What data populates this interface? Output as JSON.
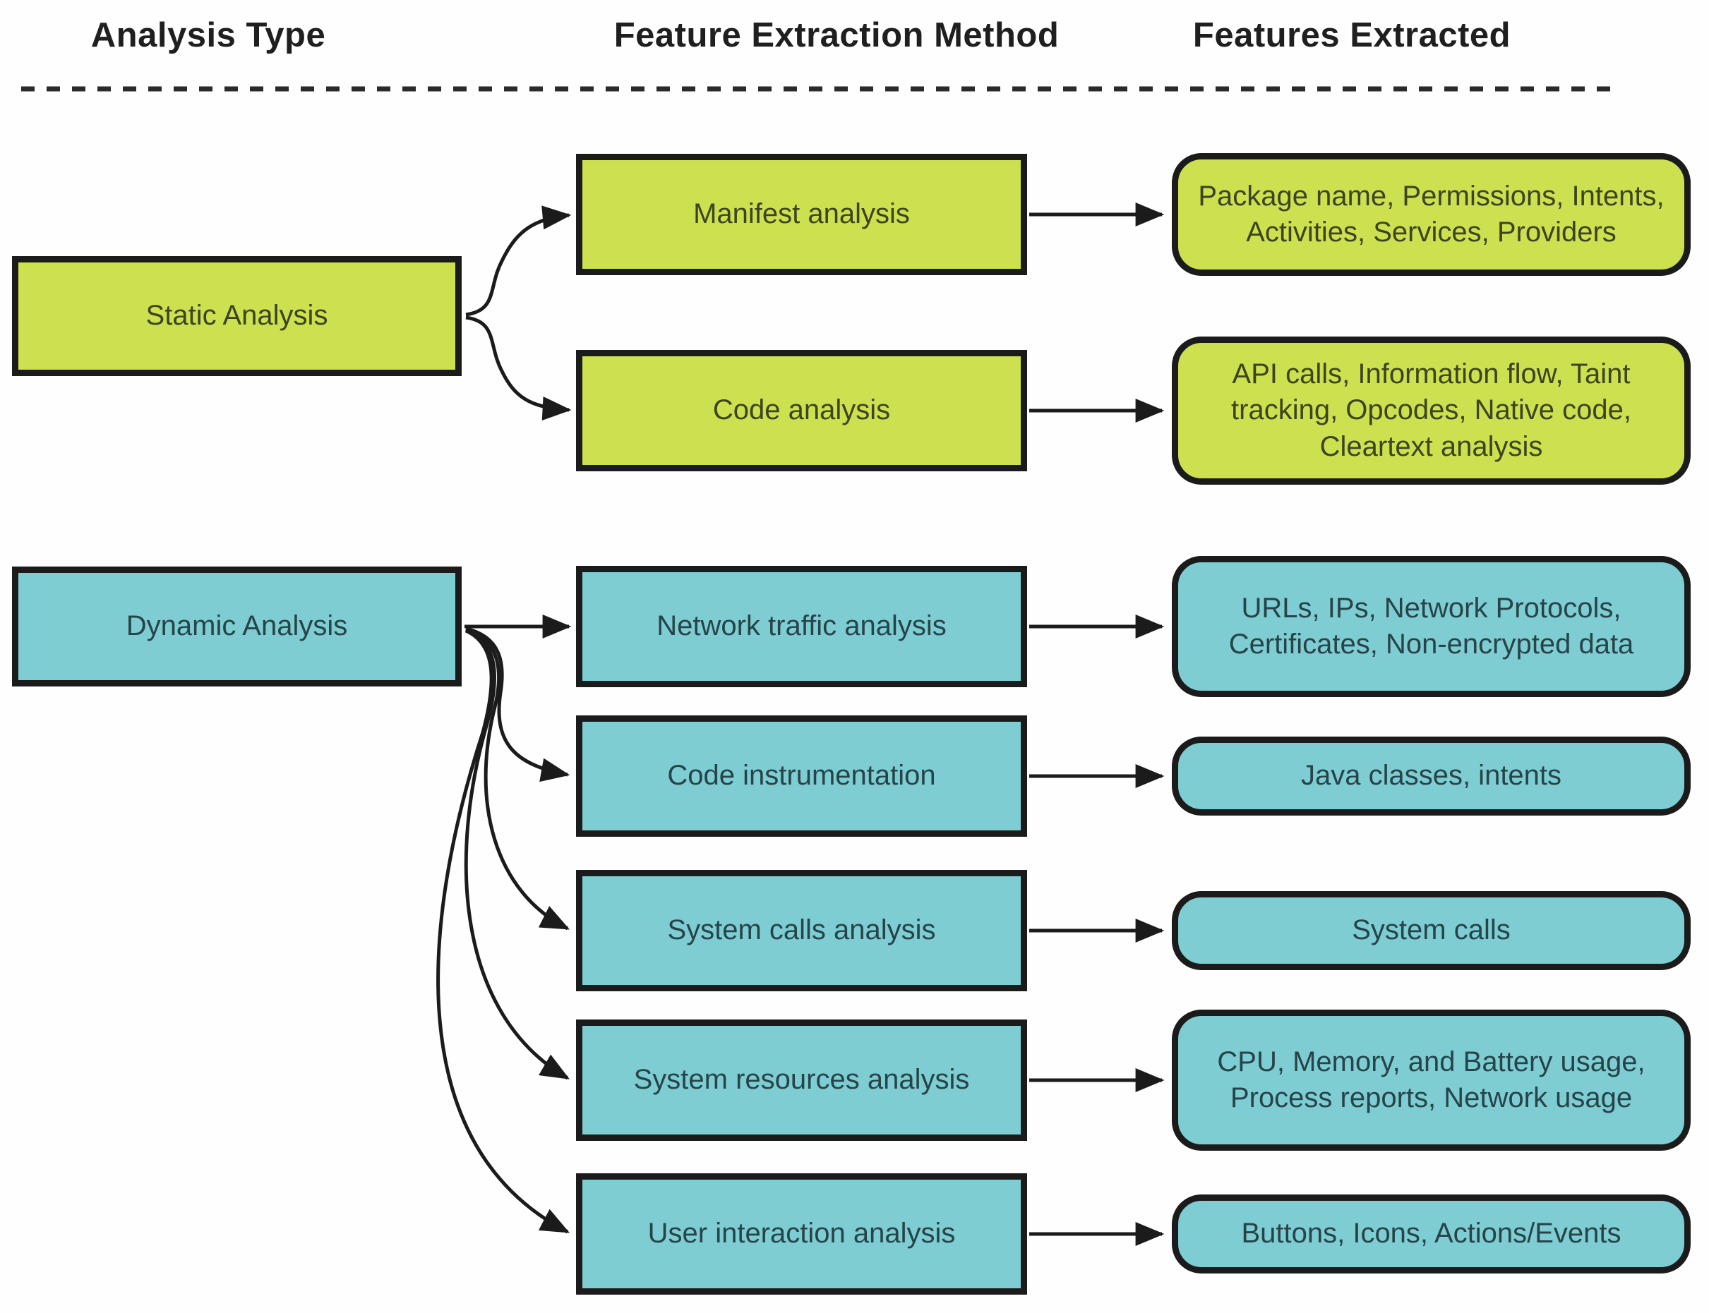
{
  "diagram": {
    "columns": [
      {
        "label": "Analysis Type"
      },
      {
        "label": "Feature Extraction Method"
      },
      {
        "label": "Features Extracted"
      }
    ],
    "analysis_types": [
      {
        "label": "Static Analysis",
        "color": "#cde04f"
      },
      {
        "label": "Dynamic Analysis",
        "color": "#7ecdd3"
      }
    ],
    "rows": [
      {
        "group": "Static Analysis",
        "method": "Manifest analysis",
        "features": "Package name, Permissions, Intents, Activities, Services, Providers"
      },
      {
        "group": "Static Analysis",
        "method": "Code analysis",
        "features": "API calls, Information flow, Taint tracking, Opcodes, Native code, Cleartext analysis"
      },
      {
        "group": "Dynamic Analysis",
        "method": "Network traffic analysis",
        "features": "URLs, IPs, Network Protocols, Certificates, Non-encrypted data"
      },
      {
        "group": "Dynamic Analysis",
        "method": "Code instrumentation",
        "features": "Java classes, intents"
      },
      {
        "group": "Dynamic Analysis",
        "method": "System calls analysis",
        "features": "System calls"
      },
      {
        "group": "Dynamic Analysis",
        "method": "System resources analysis",
        "features": "CPU, Memory, and Battery usage, Process reports, Network usage"
      },
      {
        "group": "Dynamic Analysis",
        "method": "User interaction analysis",
        "features": "Buttons, Icons, Actions/Events"
      }
    ],
    "colors": {
      "static_fill": "#cde04f",
      "dynamic_fill": "#7ecdd3",
      "border": "#1b1b1b",
      "header_text": "#1f1f1f",
      "static_text": "#3d441f",
      "dynamic_text": "#264449",
      "background": "#fefefe"
    }
  }
}
